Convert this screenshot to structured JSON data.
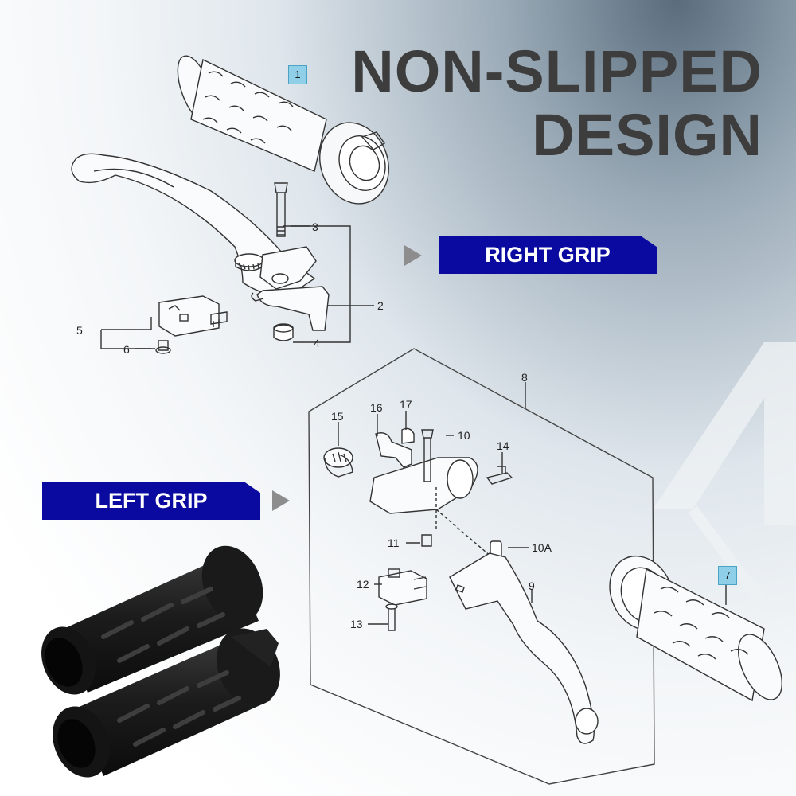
{
  "headline": {
    "line1": "NON-SLIPPED",
    "line2": "DESIGN"
  },
  "banners": {
    "right_grip": "RIGHT GRIP",
    "left_grip": "LEFT GRIP"
  },
  "callouts": {
    "c1": "1",
    "c2": "2",
    "c3": "3",
    "c4": "4",
    "c5": "5",
    "c6": "6",
    "c7": "7",
    "c8": "8",
    "c9": "9",
    "c10": "10",
    "c10a": "10A",
    "c11": "11",
    "c12": "12",
    "c13": "13",
    "c14": "14",
    "c15": "15",
    "c16": "16",
    "c17": "17"
  },
  "colors": {
    "banner": "#0a0aa0",
    "headline": "#3d3d3d",
    "tag_fill": "#8fd0e8",
    "arrow": "#8d8d8d"
  }
}
